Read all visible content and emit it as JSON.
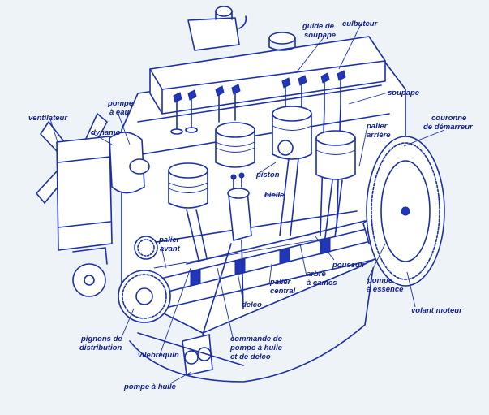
{
  "labels": {
    "guide_soupape_1": "guide de",
    "guide_soupape_2": "soupape",
    "culbuteur": "culbuteur",
    "soupape": "soupape",
    "couronne_1": "couronne",
    "couronne_2": "de démarreur",
    "palier_arriere_1": "palier",
    "palier_arriere_2": "arrière",
    "pompe_eau_1": "pompe",
    "pompe_eau_2": "à eau",
    "ventilateur": "ventilateur",
    "dynamo": "dynamo",
    "piston": "piston",
    "bielle": "bielle",
    "palier_avant_1": "palier",
    "palier_avant_2": "avant",
    "poussoir": "poussoir",
    "arbre_cames_1": "arbre",
    "arbre_cames_2": "à cames",
    "palier_central_1": "palier",
    "palier_central_2": "central",
    "pompe_essence_1": "pompe",
    "pompe_essence_2": "à essence",
    "delco": "delco",
    "volant_moteur": "volant moteur",
    "pignons_1": "pignons de",
    "pignons_2": "distribution",
    "vilebrequin": "vilebrequin",
    "commande_1": "commande de",
    "commande_2": "pompe à huile",
    "commande_3": "et de delco",
    "pompe_huile": "pompe à huile"
  },
  "colors": {
    "ink": "#1a2fa8",
    "label": "#0f1e8c",
    "background": "#eef3f8"
  }
}
